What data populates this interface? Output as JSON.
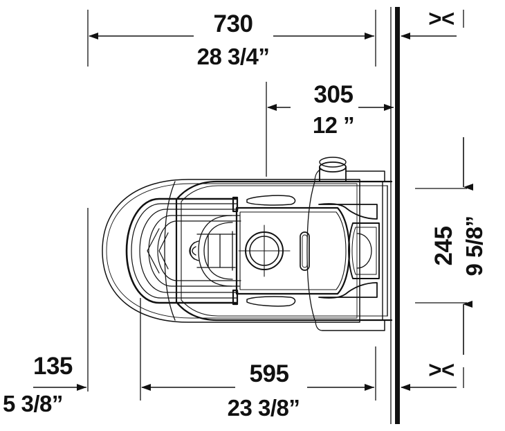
{
  "drawing": {
    "type": "technical-plan-view",
    "subject": "wall-mounted toilet, top view",
    "units": {
      "primary": "mm",
      "secondary": "inch"
    },
    "background": "#ffffff",
    "line_color": "#111111",
    "wall_color": "#111111"
  },
  "dimensions": {
    "overall_depth": {
      "name": "overall-depth",
      "metric": "730",
      "imperial_whole": "28",
      "imperial_fraction": "3/4",
      "imperial_mark": "”",
      "imperial_full": "28 3/4”",
      "position": "top",
      "orientation": "horizontal"
    },
    "bowl_width_center": {
      "name": "seat-to-wall",
      "metric": "305",
      "imperial_whole": "12",
      "imperial_fraction": "",
      "imperial_mark": "”",
      "imperial_full": "12 ”",
      "position": "upper",
      "orientation": "horizontal"
    },
    "overall_width": {
      "name": "body-width",
      "metric": "245",
      "imperial_whole": "9",
      "imperial_fraction": "5/8",
      "imperial_mark": "”",
      "imperial_full": "9 5/8”",
      "position": "right",
      "orientation": "vertical"
    },
    "body_length": {
      "name": "body-length",
      "metric": "595",
      "imperial_whole": "23",
      "imperial_fraction": "3/8",
      "imperial_mark": "”",
      "imperial_full": "23 3/8”",
      "position": "bottom",
      "orientation": "horizontal"
    },
    "front_projection": {
      "name": "front-projection",
      "metric": "135",
      "imperial_whole": "5",
      "imperial_fraction": "3/8",
      "imperial_mark": "”",
      "imperial_full": "5 3/8”",
      "position": "bottom-left",
      "orientation": "horizontal"
    }
  },
  "markers": {
    "wall_gap_top": {
      "name": "wall-clearance-marker-top",
      "glyph": "><"
    },
    "wall_gap_bottom": {
      "name": "wall-clearance-marker-bottom",
      "glyph": "><"
    }
  }
}
